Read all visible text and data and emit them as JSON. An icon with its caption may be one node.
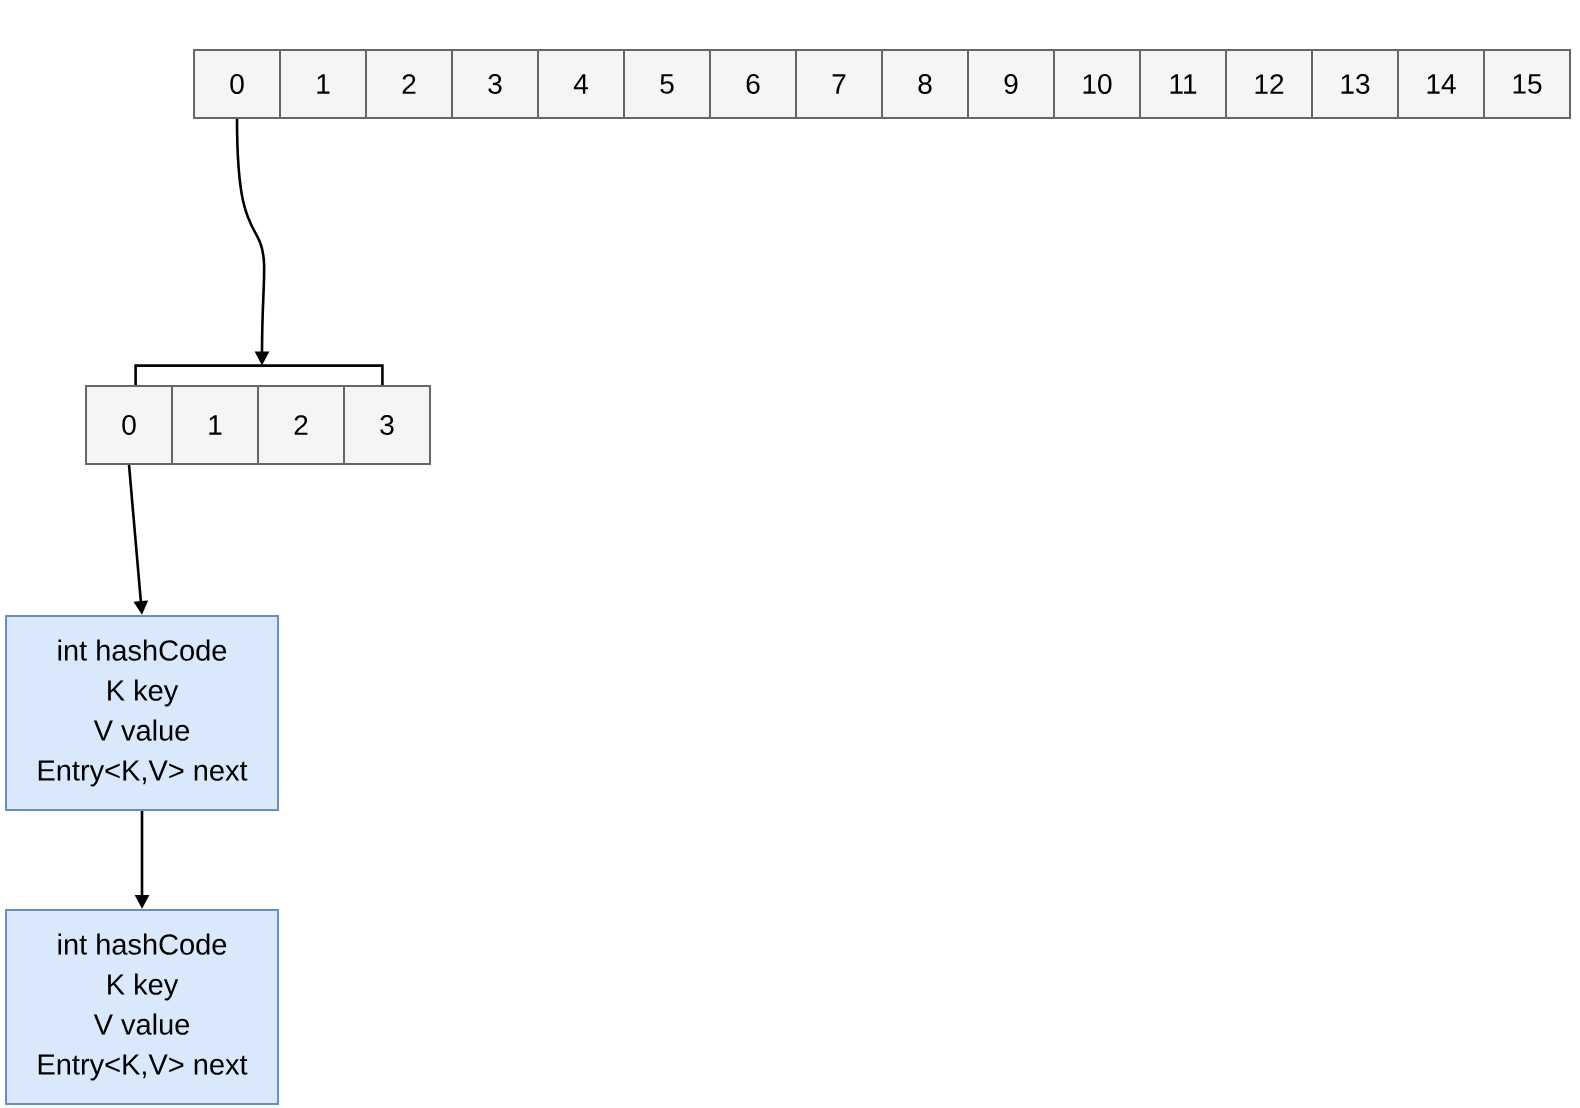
{
  "diagram": {
    "nodes": [
      {
        "text": [
          "0"
        ]
      },
      {
        "text": [
          "1"
        ]
      },
      {
        "text": [
          "2"
        ]
      },
      {
        "text": [
          "3"
        ]
      },
      {
        "text": [
          "4"
        ]
      },
      {
        "text": [
          "5"
        ]
      },
      {
        "text": [
          "6"
        ]
      },
      {
        "text": [
          "7"
        ]
      },
      {
        "text": [
          "8"
        ]
      },
      {
        "text": [
          "9"
        ]
      },
      {
        "text": [
          "10"
        ]
      },
      {
        "text": [
          "11"
        ]
      },
      {
        "text": [
          "12"
        ]
      },
      {
        "text": [
          "13"
        ]
      },
      {
        "text": [
          "14"
        ]
      },
      {
        "text": [
          "15"
        ]
      },
      {
        "text": [],
        "shape": "bracket"
      },
      {
        "text": [
          "0"
        ]
      },
      {
        "text": [
          "1"
        ]
      },
      {
        "text": [
          "2"
        ]
      },
      {
        "text": [
          "3"
        ]
      },
      {
        "text": [
          "int hashCode",
          "K key",
          "V value",
          "Entry<K,V> next"
        ]
      },
      {
        "text": [
          "int hashCode",
          "K key",
          "V value",
          "Entry<K,V> next"
        ]
      }
    ],
    "edges": [
      {
        "from": 0,
        "to": 16,
        "arrow": "to"
      },
      {
        "from": 17,
        "to": 21,
        "arrow": "to"
      },
      {
        "from": 21,
        "to": 22,
        "arrow": "to"
      }
    ]
  }
}
